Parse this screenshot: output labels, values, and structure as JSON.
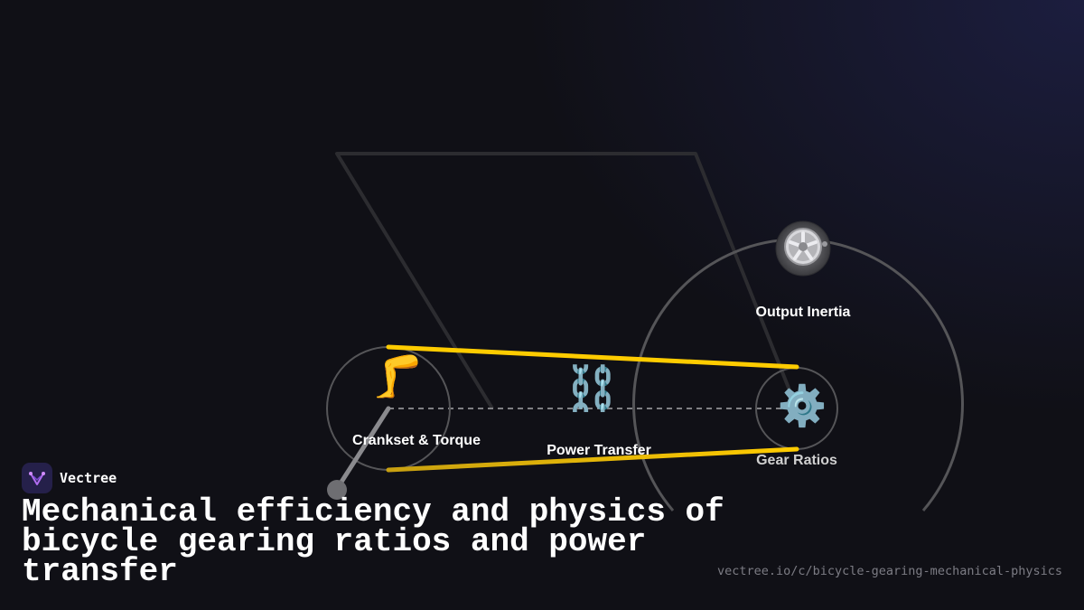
{
  "colors": {
    "background": "#101016",
    "accent_belt": "#ffcc00",
    "outline": "#555558",
    "frame": "#2c2c30",
    "label_white": "#ffffff",
    "label_muted": "#d0d0d0"
  },
  "diagram": {
    "nodes": {
      "crankset": {
        "label": "Crankset & Torque",
        "icon": "leg-icon",
        "glyph": "🦵"
      },
      "transfer": {
        "label": "Power Transfer",
        "icon": "chain-icon",
        "glyph": "⛓️"
      },
      "gears": {
        "label": "Gear Ratios",
        "icon": "gear-icon",
        "glyph": "⚙️"
      },
      "inertia": {
        "label": "Output Inertia",
        "icon": "wheel-icon"
      }
    }
  },
  "brand": {
    "name": "Vectree",
    "logo_icon": "vectree-logo-icon"
  },
  "headline": "Mechanical efficiency and physics of bicycle gearing ratios and power transfer",
  "url": "vectree.io/c/bicycle-gearing-mechanical-physics"
}
